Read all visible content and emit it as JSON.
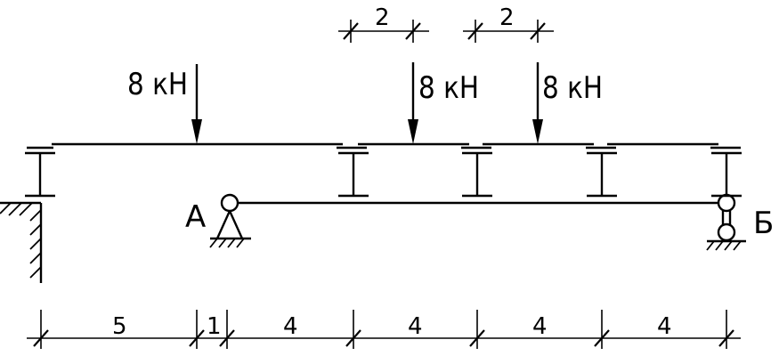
{
  "loads": [
    {
      "label": "8 кН"
    },
    {
      "label": "8 кН"
    },
    {
      "label": "8 кН"
    }
  ],
  "top_dimensions": [
    {
      "label": "2"
    },
    {
      "label": "2"
    }
  ],
  "bottom_dimensions": [
    {
      "label": "5"
    },
    {
      "label": "1"
    },
    {
      "label": "4"
    },
    {
      "label": "4"
    },
    {
      "label": "4"
    },
    {
      "label": "4"
    }
  ],
  "supports": {
    "a_label": "А",
    "b_label": "Б"
  }
}
